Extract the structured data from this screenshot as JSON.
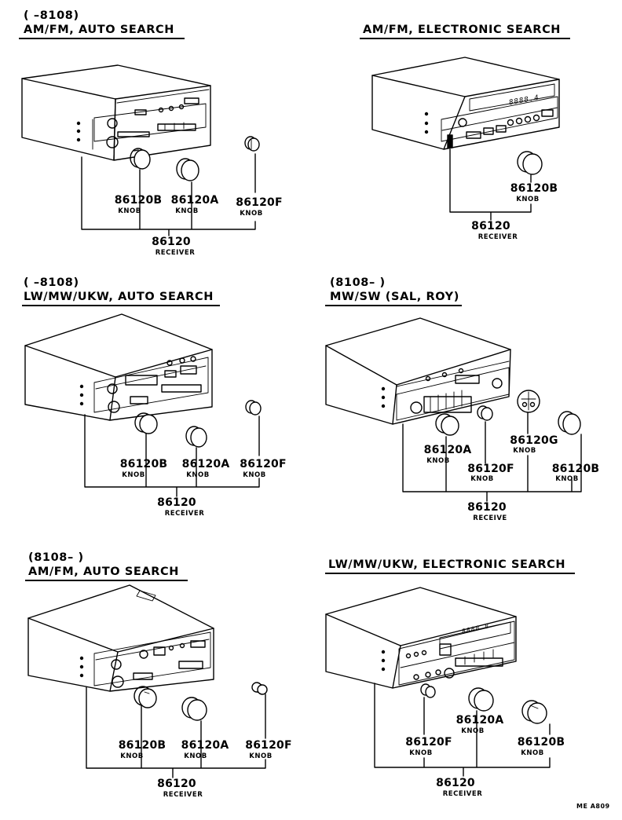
{
  "panels": [
    {
      "header_line1": "(      –8108)",
      "header_line2": "AM/FM,  AUTO SEARCH",
      "parts": [
        {
          "part_no": "86120B",
          "name": "KNOB"
        },
        {
          "part_no": "86120A",
          "name": "KNOB"
        },
        {
          "part_no": "86120F",
          "name": "KNOB"
        },
        {
          "part_no": "86120",
          "name": "RECEIVER"
        }
      ]
    },
    {
      "header_line1": "",
      "header_line2": "AM/FM,  ELECTRONIC SEARCH",
      "display_text": "8888.4",
      "parts": [
        {
          "part_no": "86120B",
          "name": "KNOB"
        },
        {
          "part_no": "86120",
          "name": "RECEIVER"
        }
      ]
    },
    {
      "header_line1": "(      –8108)",
      "header_line2": "LW/MW/UKW,  AUTO SEARCH",
      "parts": [
        {
          "part_no": "86120B",
          "name": "KNOB"
        },
        {
          "part_no": "86120A",
          "name": "KNOB"
        },
        {
          "part_no": "86120F",
          "name": "KNOB"
        },
        {
          "part_no": "86120",
          "name": "RECEIVER"
        }
      ]
    },
    {
      "header_line1": "(8108–       )",
      "header_line2": "MW/SW  (SAL,  ROY)",
      "parts": [
        {
          "part_no": "86120A",
          "name": "KNOB"
        },
        {
          "part_no": "86120F",
          "name": "KNOB"
        },
        {
          "part_no": "86120G",
          "name": "KNOB"
        },
        {
          "part_no": "86120B",
          "name": "KNOB"
        },
        {
          "part_no": "86120",
          "name": "RECEIVE"
        }
      ]
    },
    {
      "header_line1": "(8108–        )",
      "header_line2": "AM/FM,  AUTO SEARCH",
      "parts": [
        {
          "part_no": "86120B",
          "name": "KNOB"
        },
        {
          "part_no": "86120A",
          "name": "KNOB"
        },
        {
          "part_no": "86120F",
          "name": "KNOB"
        },
        {
          "part_no": "86120",
          "name": "RECEIVER"
        }
      ]
    },
    {
      "header_line1": "",
      "header_line2": "LW/MW/UKW,  ELECTRONIC SEARCH",
      "display_text": "8888.8",
      "parts": [
        {
          "part_no": "86120F",
          "name": "KNOB"
        },
        {
          "part_no": "86120A",
          "name": "KNOB"
        },
        {
          "part_no": "86120B",
          "name": "KNOB"
        },
        {
          "part_no": "86120",
          "name": "RECEIVER"
        }
      ]
    }
  ],
  "footer_code": "ME  A809"
}
